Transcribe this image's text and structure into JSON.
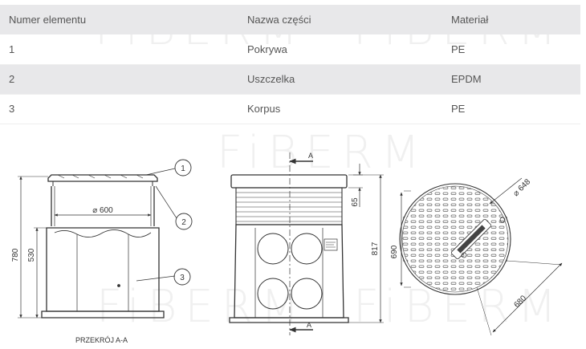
{
  "watermark": {
    "brand": "FiBERM"
  },
  "table": {
    "headers": [
      "Numer elementu",
      "Nazwa części",
      "Materiał"
    ],
    "rows": [
      [
        "1",
        "Pokrywa",
        "PE"
      ],
      [
        "2",
        "Uszczelka",
        "EPDM"
      ],
      [
        "3",
        "Korpus",
        "PE"
      ]
    ]
  },
  "drawing": {
    "section_view": {
      "callouts": [
        "1",
        "2",
        "3"
      ],
      "dim_diameter": "⌀ 600",
      "dim_total_height": "780",
      "dim_body_height": "530",
      "caption": "PRZEKRÓJ A-A"
    },
    "front_view": {
      "section_label_top": "A",
      "section_label_bottom": "A",
      "dim_cover": "65",
      "dim_height": "817"
    },
    "top_view": {
      "dim_diameter": "⌀ 648",
      "dim_width": "690",
      "dim_diagonal": "680"
    }
  }
}
